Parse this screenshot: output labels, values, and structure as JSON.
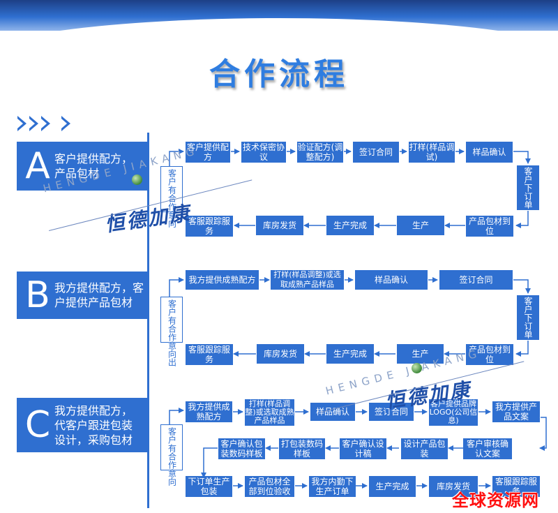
{
  "title": "合作流程",
  "colors": {
    "primary": "#2f6fd0",
    "title": "#2f7de0",
    "banner_dark": "#1d3f86",
    "watermark_red": "#ff1010"
  },
  "sections": {
    "a": {
      "letter": "A",
      "label": "客户提供配方，产品包材",
      "label_line1": "客户提供配方，",
      "label_line2": "产品包材",
      "start": "客户有合作意向",
      "steps": {
        "s1": "客户提供配方",
        "s2": "技术保密协议",
        "s3": "验证配方(调整配方)",
        "s4": "签订合同",
        "s5": "打样(样品调试)",
        "s6": "样品确认",
        "s7": "客户下订单",
        "s8": "生产",
        "s9": "产品包材到位",
        "s10": "生产完成",
        "s11": "库房发货",
        "s12": "客服跟踪服务"
      }
    },
    "b": {
      "letter": "B",
      "label_line1": "我方提供配方，客",
      "label_line2": "户提供产品包材",
      "start": "客户有合作意向出",
      "steps": {
        "s1": "我方提供成熟配方",
        "s2": "打样(样品调整)或选取成熟产品样品",
        "s3": "样品确认",
        "s4": "签订合同",
        "s5": "客户下订单",
        "s6": "产品包材到位",
        "s7": "生产",
        "s8": "生产完成",
        "s9": "库房发货",
        "s10": "客服跟踪服务"
      }
    },
    "c": {
      "letter": "C",
      "label_line1": "我方提供配方，",
      "label_line2": "代客户跟进包装",
      "label_line3": "设计，采购包材",
      "start": "客户有合作意向",
      "steps": {
        "s1": "我方提供成熟配方",
        "s2": "打样(样品调整)或选取成熟产品样品",
        "s3": "样品确认",
        "s4": "签订合同",
        "s5": "客户提供品牌LOGO(公司信息)",
        "s6": "我方提供产品文案",
        "s7": "客户审核确认文案",
        "s8": "设计产品包装",
        "s9": "客户确认设计稿",
        "s10": "打包装数码样板",
        "s11": "客户确认包装数码样板",
        "s12": "下订单生产包装",
        "s13": "产品包材全部到位验收",
        "s14": "我方内勤下生产订单",
        "s15": "生产完成",
        "s16": "库房发货",
        "s17": "客服跟踪服务"
      }
    }
  },
  "watermark": {
    "latin": "HENGDE JIAKANG",
    "chinese": "恒德加康",
    "site": "全球资源网"
  }
}
